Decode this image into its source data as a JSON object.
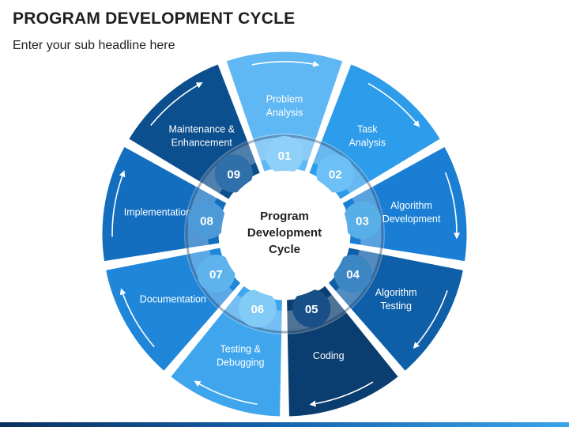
{
  "header": {
    "title": "PROGRAM DEVELOPMENT CYCLE",
    "subtitle": "Enter your sub headline here"
  },
  "center": {
    "line1": "Program",
    "line2": "Development",
    "line3": "Cycle"
  },
  "segments": [
    {
      "number": "01",
      "lines": [
        "Problem",
        "Analysis"
      ],
      "color": "#5fb8f3",
      "badge": "#8ed0f8"
    },
    {
      "number": "02",
      "lines": [
        "Task",
        "Analysis"
      ],
      "color": "#2d9cea",
      "badge": "#6cc0f5"
    },
    {
      "number": "03",
      "lines": [
        "Algorithm",
        "Development"
      ],
      "color": "#1a7fd4",
      "badge": "#58aee6"
    },
    {
      "number": "04",
      "lines": [
        "Algorithm",
        "Testing"
      ],
      "color": "#0f5fa8",
      "badge": "#3d86c4"
    },
    {
      "number": "05",
      "lines": [
        "Coding"
      ],
      "color": "#0a3d70",
      "badge": "#174f86"
    },
    {
      "number": "06",
      "lines": [
        "Testing &",
        "Debugging"
      ],
      "color": "#3fa6ee",
      "badge": "#82cbf7"
    },
    {
      "number": "07",
      "lines": [
        "Documentation"
      ],
      "color": "#1f86da",
      "badge": "#5fb3ec"
    },
    {
      "number": "08",
      "lines": [
        "Implementation"
      ],
      "color": "#136ec0",
      "badge": "#4c9ad8"
    },
    {
      "number": "09",
      "lines": [
        "Maintenance &",
        "Enhancement"
      ],
      "color": "#0c4f8e",
      "badge": "#2f6faa"
    }
  ]
}
